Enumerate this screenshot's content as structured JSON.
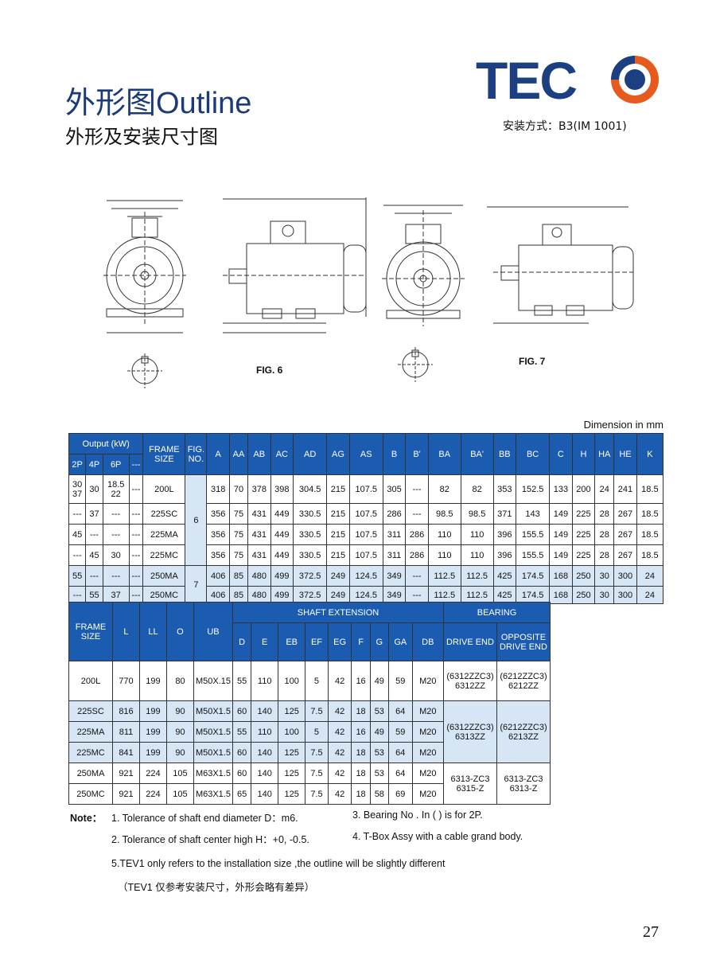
{
  "header": {
    "title": "外形图Outline",
    "subtitle": "外形及安装尺寸图",
    "logo_text": "TECO",
    "mounting": "安装方式：B3(IM 1001)"
  },
  "figures": {
    "fig6": "FIG. 6",
    "fig7": "FIG. 7"
  },
  "dim_unit": "Dimension  in  mm",
  "table1": {
    "group_output": "Output (kW)",
    "frame_size": "FRAME SIZE",
    "fig_no": "FIG. NO.",
    "pole_heads": [
      "2P",
      "4P",
      "6P",
      "---"
    ],
    "dim_heads": [
      "A",
      "AA",
      "AB",
      "AC",
      "AD",
      "AG",
      "AS",
      "B",
      "B'",
      "BA",
      "BA'",
      "BB",
      "BC",
      "C",
      "H",
      "HA",
      "HE",
      "K"
    ],
    "fig_values": [
      "6",
      "7"
    ],
    "rows": [
      {
        "p2": "30\n37",
        "p4": "30",
        "p6": "18.5\n22",
        "px": "---",
        "frame": "200L",
        "d": [
          "318",
          "70",
          "378",
          "398",
          "304.5",
          "215",
          "107.5",
          "305",
          "---",
          "82",
          "82",
          "353",
          "152.5",
          "133",
          "200",
          "24",
          "241",
          "18.5"
        ]
      },
      {
        "p2": "---",
        "p4": "37",
        "p6": "---",
        "px": "---",
        "frame": "225SC",
        "d": [
          "356",
          "75",
          "431",
          "449",
          "330.5",
          "215",
          "107.5",
          "286",
          "---",
          "98.5",
          "98.5",
          "371",
          "143",
          "149",
          "225",
          "28",
          "267",
          "18.5"
        ]
      },
      {
        "p2": "45",
        "p4": "---",
        "p6": "---",
        "px": "---",
        "frame": "225MA",
        "d": [
          "356",
          "75",
          "431",
          "449",
          "330.5",
          "215",
          "107.5",
          "311",
          "286",
          "110",
          "110",
          "396",
          "155.5",
          "149",
          "225",
          "28",
          "267",
          "18.5"
        ]
      },
      {
        "p2": "---",
        "p4": "45",
        "p6": "30",
        "px": "---",
        "frame": "225MC",
        "d": [
          "356",
          "75",
          "431",
          "449",
          "330.5",
          "215",
          "107.5",
          "311",
          "286",
          "110",
          "110",
          "396",
          "155.5",
          "149",
          "225",
          "28",
          "267",
          "18.5"
        ]
      },
      {
        "p2": "55",
        "p4": "---",
        "p6": "---",
        "px": "---",
        "frame": "250MA",
        "d": [
          "406",
          "85",
          "480",
          "499",
          "372.5",
          "249",
          "124.5",
          "349",
          "---",
          "112.5",
          "112.5",
          "425",
          "174.5",
          "168",
          "250",
          "30",
          "300",
          "24"
        ]
      },
      {
        "p2": "---",
        "p4": "55",
        "p6": "37",
        "px": "---",
        "frame": "250MC",
        "d": [
          "406",
          "85",
          "480",
          "499",
          "372.5",
          "249",
          "124.5",
          "349",
          "---",
          "112.5",
          "112.5",
          "425",
          "174.5",
          "168",
          "250",
          "30",
          "300",
          "24"
        ]
      }
    ]
  },
  "table2": {
    "frame_size": "FRAME SIZE",
    "heads": [
      "L",
      "LL",
      "O",
      "UB"
    ],
    "shaft_group": "SHAFT  EXTENSION",
    "shaft_heads": [
      "D",
      "E",
      "EB",
      "EF",
      "EG",
      "F",
      "G",
      "GA",
      "DB"
    ],
    "bearing_group": "BEARING",
    "bearing_heads": [
      "DRIVE END",
      "OPPOSITE DRIVE  END"
    ],
    "rows": [
      {
        "frame": "200L",
        "v": [
          "770",
          "199",
          "80",
          "M50X.15",
          "55",
          "110",
          "100",
          "5",
          "42",
          "16",
          "49",
          "59",
          "M20"
        ]
      },
      {
        "frame": "225SC",
        "v": [
          "816",
          "199",
          "90",
          "M50X1.5",
          "60",
          "140",
          "125",
          "7.5",
          "42",
          "18",
          "53",
          "64",
          "M20"
        ]
      },
      {
        "frame": "225MA",
        "v": [
          "811",
          "199",
          "90",
          "M50X1.5",
          "55",
          "110",
          "100",
          "5",
          "42",
          "16",
          "49",
          "59",
          "M20"
        ]
      },
      {
        "frame": "225MC",
        "v": [
          "841",
          "199",
          "90",
          "M50X1.5",
          "60",
          "140",
          "125",
          "7.5",
          "42",
          "18",
          "53",
          "64",
          "M20"
        ]
      },
      {
        "frame": "250MA",
        "v": [
          "921",
          "224",
          "105",
          "M63X1.5",
          "60",
          "140",
          "125",
          "7.5",
          "42",
          "18",
          "53",
          "64",
          "M20"
        ]
      },
      {
        "frame": "250MC",
        "v": [
          "921",
          "224",
          "105",
          "M63X1.5",
          "65",
          "140",
          "125",
          "7.5",
          "42",
          "18",
          "58",
          "69",
          "M20"
        ]
      }
    ],
    "bearings": [
      {
        "de": "(6312ZZC3)\n6312ZZ",
        "ode": "(6212ZZC3)\n6212ZZ"
      },
      {
        "de": "(6312ZZC3)\n6313ZZ",
        "ode": "(6212ZZC3)\n6213ZZ"
      },
      {
        "de": "6313-ZC3\n6315-Z",
        "ode": "6313-ZC3\n6313-Z"
      }
    ]
  },
  "notes": {
    "label": "Note：",
    "n1": "1. Tolerance  of  shaft  end  diameter  D：m6.",
    "n2": "2. Tolerance  of  shaft  center  high  H：+0, -0.5.",
    "n3": "3.  Bearing    No .  In (       )  is  for  2P.",
    "n4": "4. T-Box Assy with a cable grand body.",
    "n5": "5.TEV1 only refers  to the installation size ,the outline will be slightly different",
    "n6": "（TEV1 仅参考安装尺寸，外形会略有差异）"
  },
  "page_number": "27"
}
